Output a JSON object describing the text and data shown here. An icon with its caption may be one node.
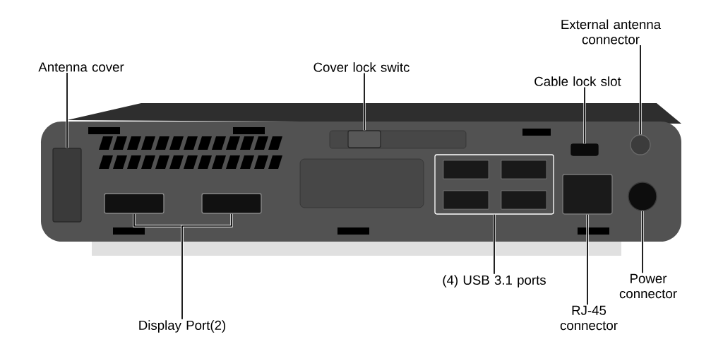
{
  "diagram": {
    "nodes": [
      {
        "text": [
          "Antenna cover"
        ]
      },
      {
        "text": [],
        "shape": "box"
      },
      {
        "text": [
          "Cover lock switc"
        ]
      },
      {
        "text": [],
        "shape": "box"
      },
      {
        "text": [
          "External antenna connector"
        ]
      },
      {
        "text": [],
        "shape": "circle"
      },
      {
        "text": [
          "Cable lock slot"
        ]
      },
      {
        "text": [],
        "shape": "box"
      },
      {
        "text": [],
        "shape": "box"
      },
      {
        "text": [],
        "shape": "box"
      },
      {
        "text": [
          "Display Port(2)"
        ]
      },
      {
        "text": [],
        "shape": "box"
      },
      {
        "text": [
          "(4) USB 3.1 ports"
        ]
      },
      {
        "text": [],
        "shape": "box"
      },
      {
        "text": [
          "RJ-45 connector"
        ]
      },
      {
        "text": [],
        "shape": "circle"
      },
      {
        "text": [
          "Power connector"
        ]
      }
    ],
    "edges": [
      {
        "from": 0,
        "to": 1,
        "arrow": "none"
      },
      {
        "from": 2,
        "to": 3,
        "arrow": "none"
      },
      {
        "from": 4,
        "to": 5,
        "arrow": "none"
      },
      {
        "from": 6,
        "to": 7,
        "arrow": "none"
      },
      {
        "from": 10,
        "to": 8,
        "arrow": "none"
      },
      {
        "from": 10,
        "to": 9,
        "arrow": "none"
      },
      {
        "from": 12,
        "to": 11,
        "arrow": "none"
      },
      {
        "from": 14,
        "to": 13,
        "arrow": "none"
      },
      {
        "from": 16,
        "to": 15,
        "arrow": "none"
      }
    ]
  }
}
